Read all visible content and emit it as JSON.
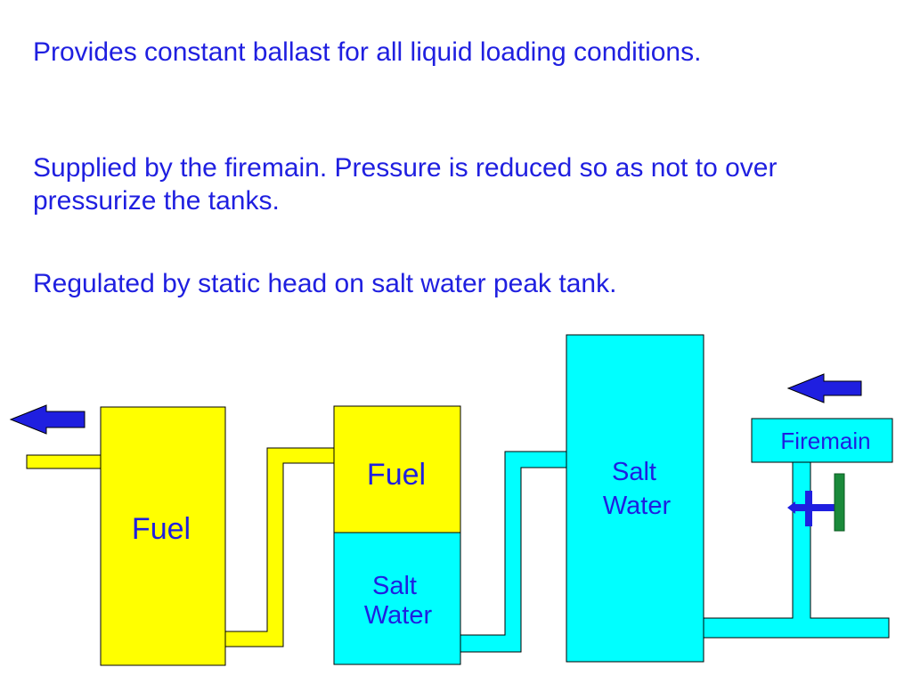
{
  "paragraphs": [
    "Provides constant ballast for all liquid loading conditions.",
    "Supplied by the firemain.  Pressure is reduced so as not to over pressurize the tanks.",
    "Regulated by static head on salt water peak tank."
  ],
  "labels": {
    "left_tank": "Fuel",
    "middle_tank_top": "Fuel",
    "middle_tank_bottom_line1": "Salt",
    "middle_tank_bottom_line2": "Water",
    "peak_tank_line1": "Salt",
    "peak_tank_line2": "Water",
    "firemain": "Firemain"
  },
  "colors": {
    "text": "#1f1fe0",
    "fuel": "#ffff00",
    "salt_water": "#00ffff",
    "outline": "#000000",
    "arrow": "#1f1fe0",
    "valve_handle": "#1a8a3a"
  }
}
